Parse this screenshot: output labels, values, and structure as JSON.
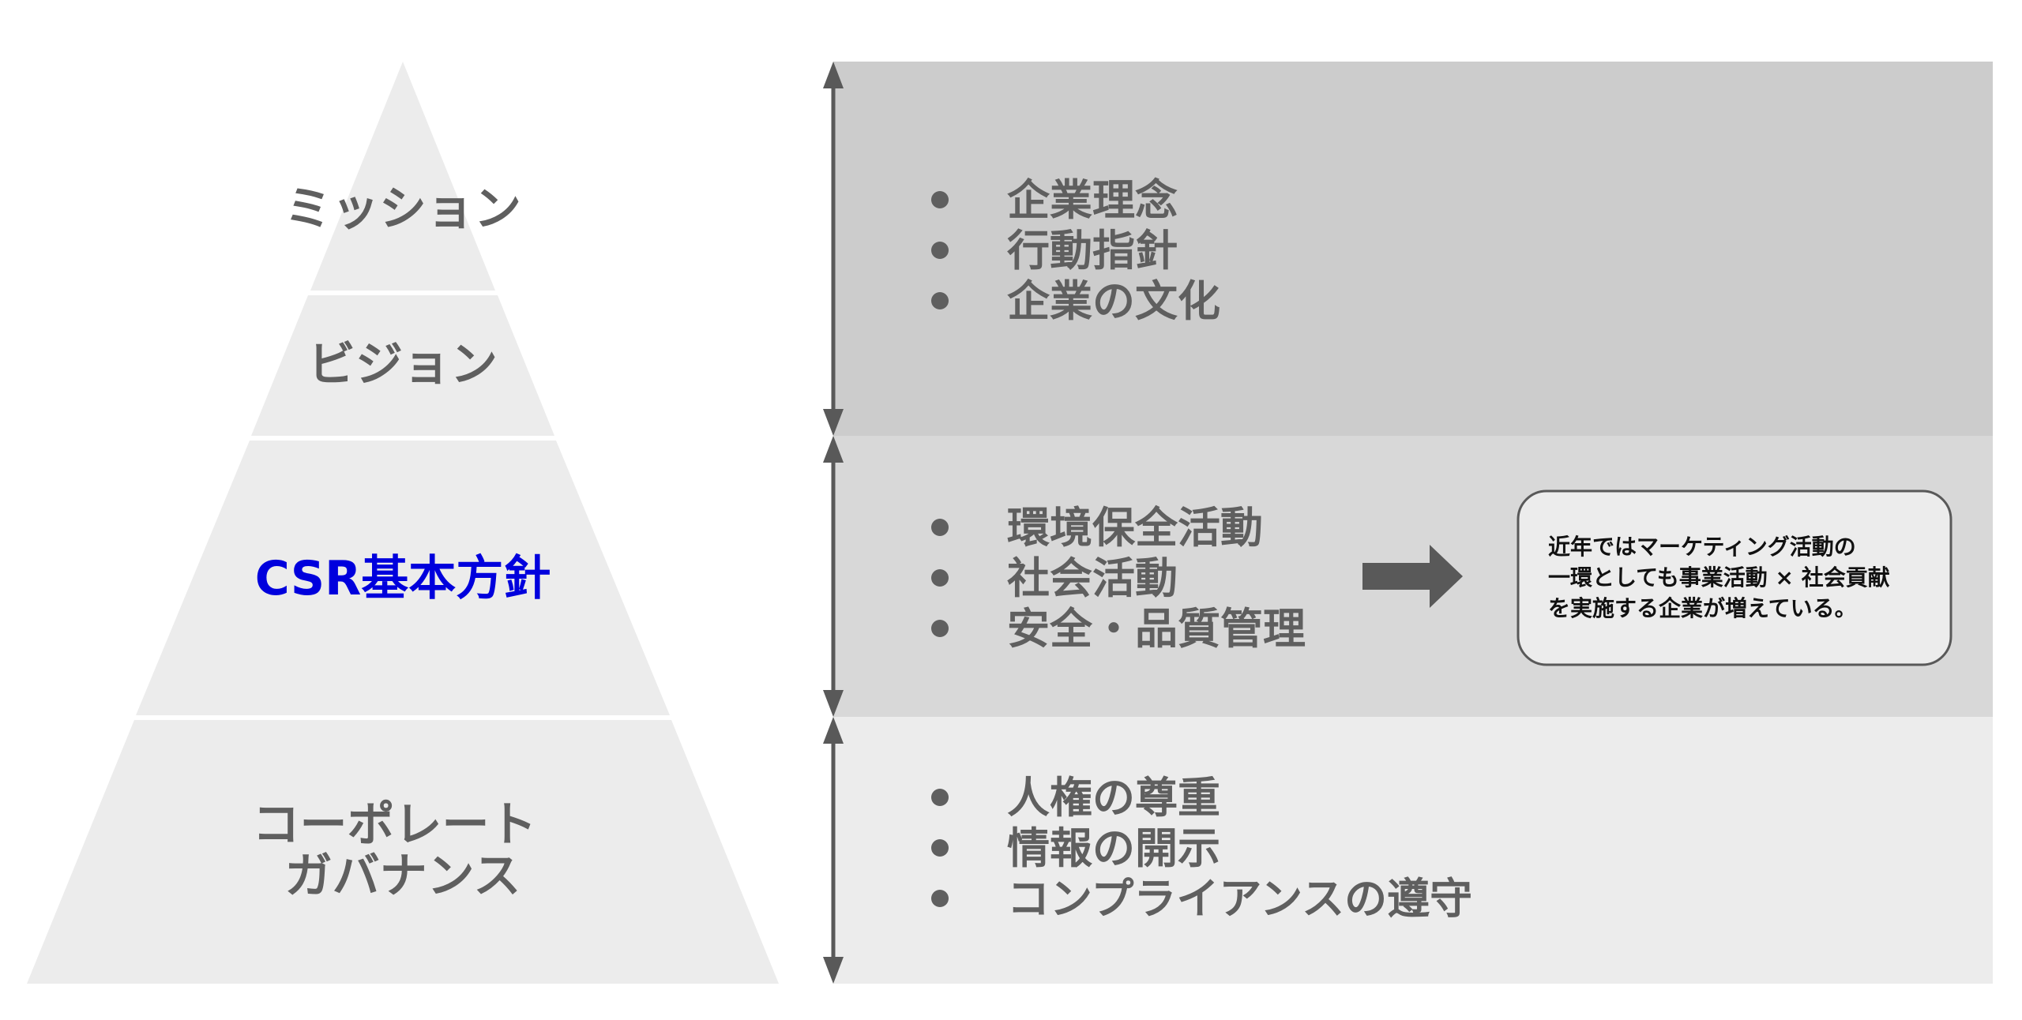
{
  "pyramid": {
    "levels": [
      {
        "label_lines": [
          "ミッション"
        ],
        "accent": false
      },
      {
        "label_lines": [
          "ビジョン"
        ],
        "accent": false
      },
      {
        "label_lines": [
          "CSR基本方針"
        ],
        "accent": true
      },
      {
        "label_lines": [
          "コーポレート",
          "ガバナンス"
        ],
        "accent": false
      }
    ],
    "fill_color": "#ececec",
    "accent_color": "#0000dd",
    "text_color": "#5f5f5f"
  },
  "bands": [
    {
      "items": [
        "企業理念",
        "行動指針",
        "企業の文化"
      ],
      "fill_color": "#cccccc"
    },
    {
      "items": [
        "環境保全活動",
        "社会活動",
        "安全・品質管理"
      ],
      "fill_color": "#d8d8d8"
    },
    {
      "items": [
        "人権の尊重",
        "情報の開示",
        "コンプライアンスの遵守"
      ],
      "fill_color": "#ececec"
    }
  ],
  "arrow_icon": "right-arrow-icon",
  "note": {
    "lines": [
      "近年ではマーケティング活動の",
      "一環としても事業活動 × 社会貢献",
      "を実施する企業が増えている。"
    ]
  }
}
